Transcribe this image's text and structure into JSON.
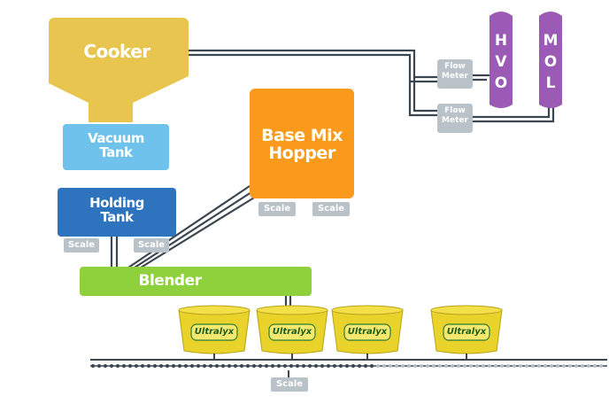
{
  "nodes": {
    "cooker": "Cooker",
    "vacuum_tank": [
      "Vacuum",
      "Tank"
    ],
    "holding_tank": [
      "Holding",
      "Tank"
    ],
    "base_mix_hopper": [
      "Base Mix",
      "Hopper"
    ],
    "blender": "Blender",
    "hvo": [
      "H",
      "V",
      "O"
    ],
    "mol": [
      "M",
      "O",
      "L"
    ]
  },
  "flow_meters": [
    {
      "line1": "Flow",
      "line2": "Meter"
    },
    {
      "line1": "Flow",
      "line2": "Meter"
    }
  ],
  "scales": [
    "Scale",
    "Scale",
    "Scale",
    "Scale",
    "Scale"
  ],
  "tubs": [
    "Ultralyx",
    "Ultralyx",
    "Ultralyx",
    "Ultralyx"
  ],
  "colors": {
    "cooker": "#e8c54f",
    "vacuum_tank": "#6ec2ec",
    "holding_tank": "#2d73bd",
    "hopper": "#f99a1c",
    "blender": "#8fd13c",
    "storage_tank": "#9b5bb5",
    "pipe": "#3b4650",
    "scale": "#b9c1c9",
    "tub": "#e9d22a"
  }
}
